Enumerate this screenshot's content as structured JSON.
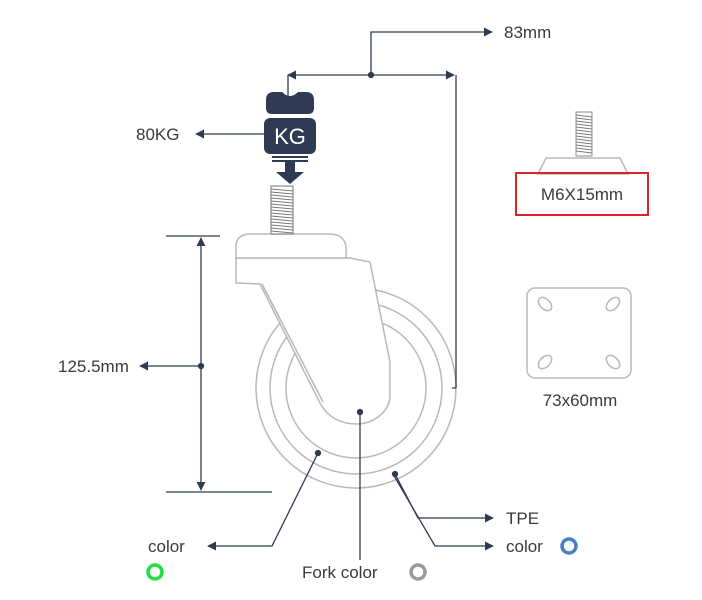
{
  "dimensions": {
    "width_offset": "83mm",
    "height": "125.5mm",
    "thread": "M6X15mm",
    "plate": "73x60mm"
  },
  "load": {
    "weight": "80KG",
    "badge": "KG"
  },
  "callouts": {
    "tpe": "TPE",
    "wheel_color": "color",
    "core_color": "color",
    "fork_color": "Fork color"
  },
  "colors": {
    "line": "#2f3b52",
    "product": "#b8b8b8",
    "badge": "#2f3b52",
    "highlight_box": "#d9252a",
    "tpe_swatch": "#4a7fc1",
    "core_swatch": "#22dd44",
    "fork_swatch": "#9a9a9a"
  }
}
